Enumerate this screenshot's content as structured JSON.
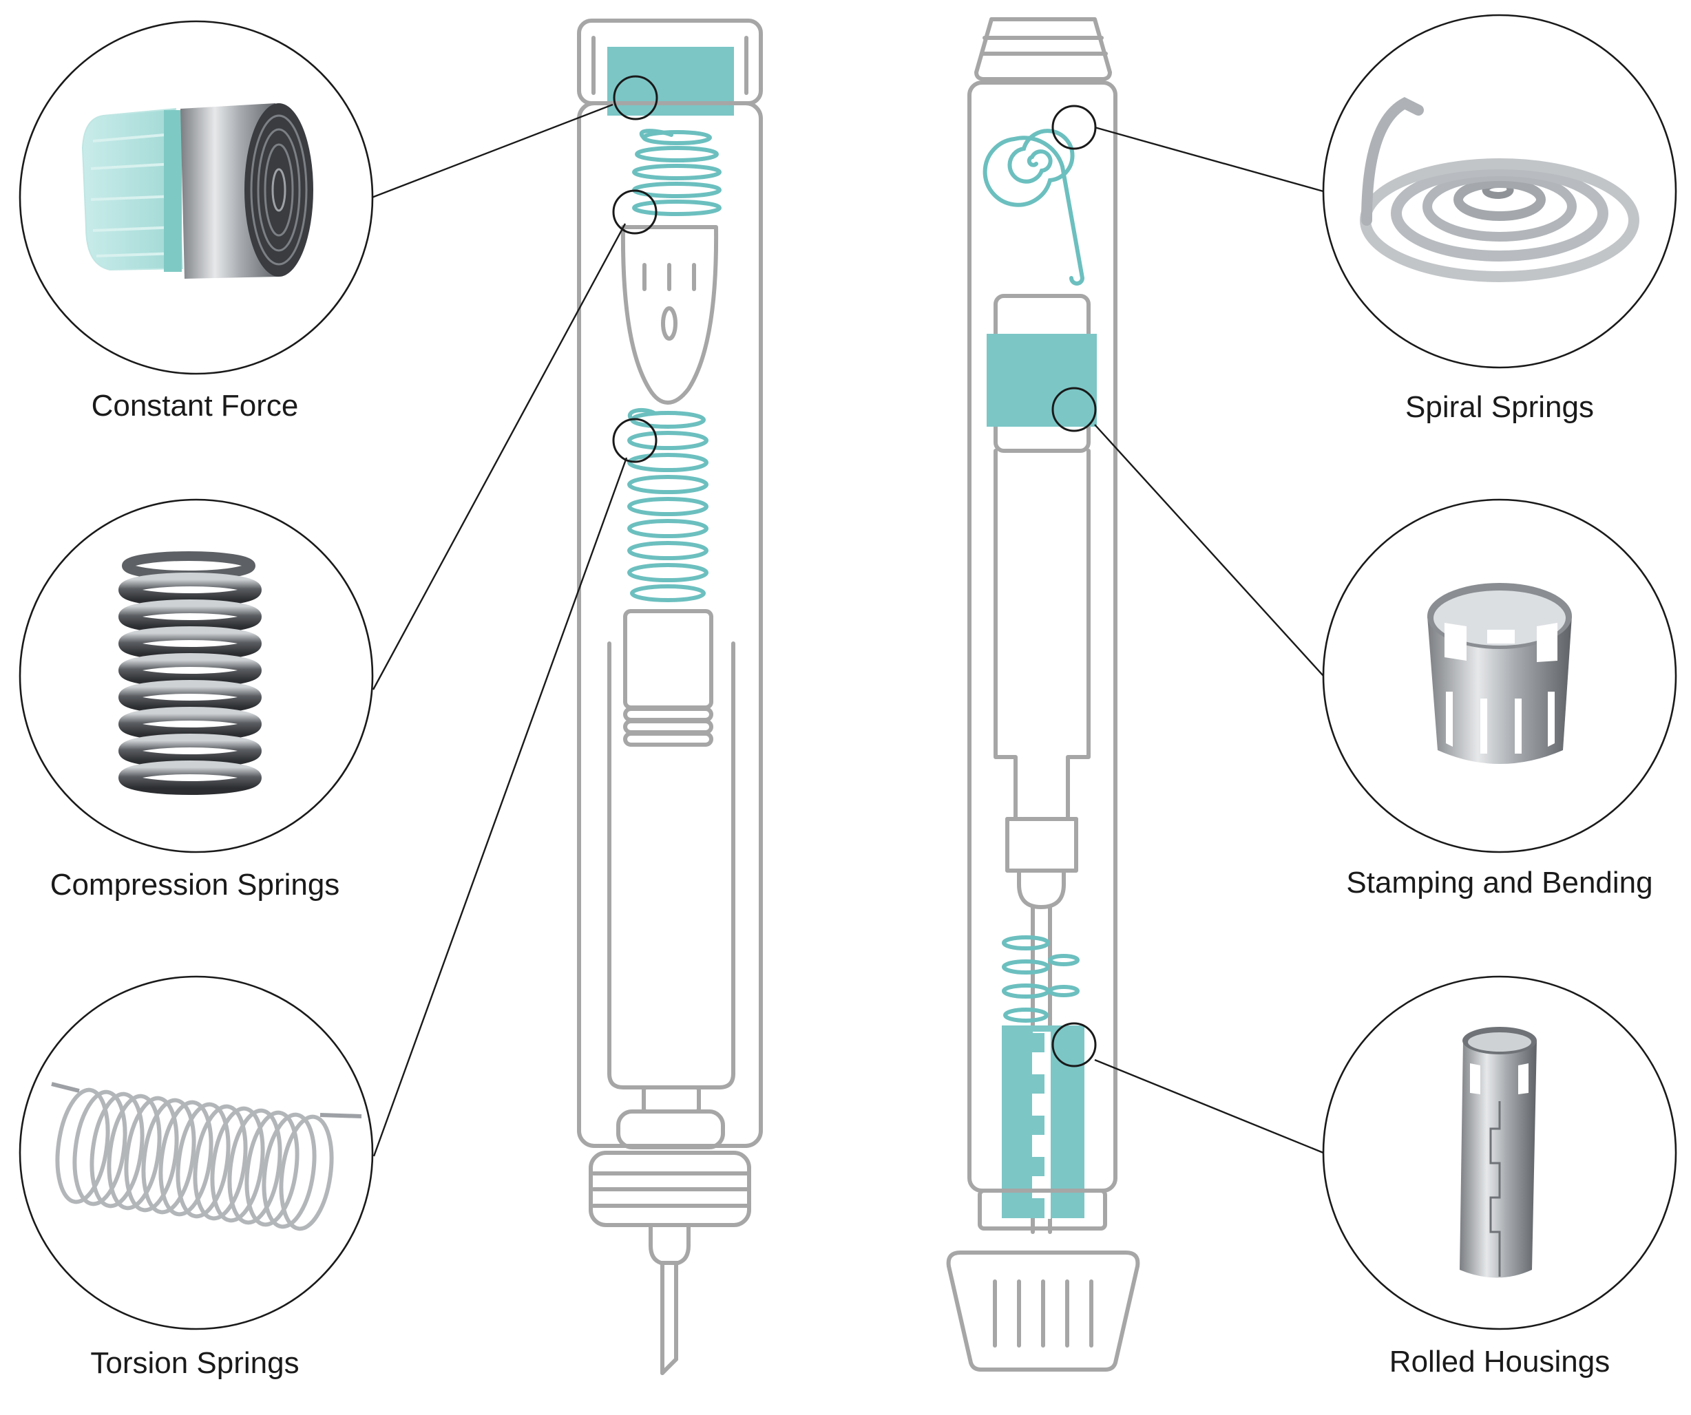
{
  "labels": {
    "constant_force": "Constant Force",
    "compression_springs": "Compression Springs",
    "torsion_springs": "Torsion Springs",
    "spiral_springs": "Spiral Springs",
    "stamping_bending": "Stamping and Bending",
    "rolled_housings": "Rolled Housings"
  },
  "colors": {
    "teal": "#7cc6c6",
    "outline": "#a6a6a6",
    "line": "#1a1a1a"
  }
}
